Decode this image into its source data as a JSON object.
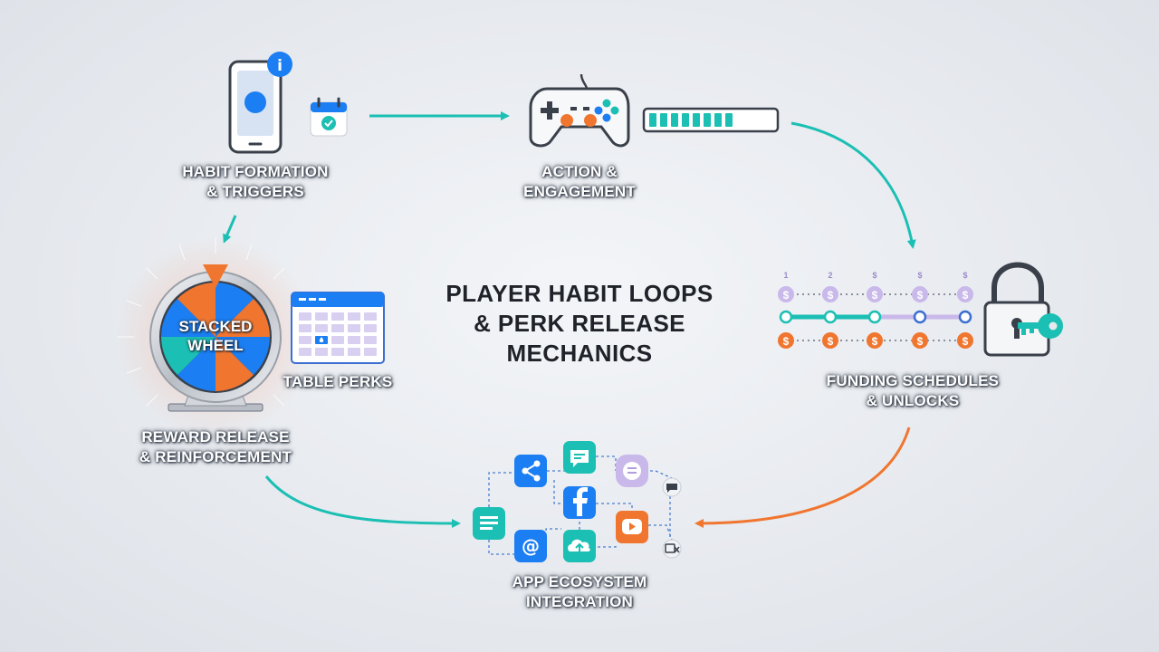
{
  "title_lines": [
    "PLAYER HABIT LOOPS",
    "& PERK RELEASE",
    "MECHANICS"
  ],
  "nodes": {
    "habit": {
      "lines": [
        "HABIT FORMATION",
        "& TRIGGERS"
      ]
    },
    "action": {
      "lines": [
        "ACTION &",
        "ENGAGEMENT"
      ]
    },
    "funding": {
      "lines": [
        "FUNDING SCHEDULES",
        "& UNLOCKS"
      ]
    },
    "ecosystem": {
      "lines": [
        "APP ECOSYSTEM",
        "INTEGRATION"
      ]
    },
    "reward": {
      "lines": [
        "REWARD RELEASE",
        "& REINFORCEMENT"
      ]
    }
  },
  "wheel": {
    "lines": [
      "STACKED",
      "WHEEL"
    ]
  },
  "table_perks_label": "TABLE PERKS",
  "phone_badge_glyph": "i",
  "funding_timeline": {
    "top_marks": [
      "1",
      "2",
      "$",
      "$",
      "$"
    ]
  },
  "progress": {
    "filled_segments": 8,
    "total_segments": 10
  },
  "colors": {
    "teal": "#1bbfb3",
    "orange": "#f0762f",
    "blue": "#1b7ef2",
    "lavender": "#c9b8ea",
    "dark": "#3a404a"
  },
  "icons": {
    "phone": "phone-icon",
    "calendar": "calendar-check-icon",
    "gamepad": "gamepad-icon",
    "progress": "progress-bar-icon",
    "padlock": "padlock-icon",
    "key": "key-icon",
    "wheel": "prize-wheel-icon",
    "table": "table-grid-icon",
    "apps": [
      "share-icon",
      "chat-icon",
      "facebook-icon",
      "youtube-icon",
      "email-icon",
      "cloud-upload-icon",
      "document-icon",
      "lavender-chat-icon",
      "small-message-icon",
      "small-card-icon"
    ]
  }
}
